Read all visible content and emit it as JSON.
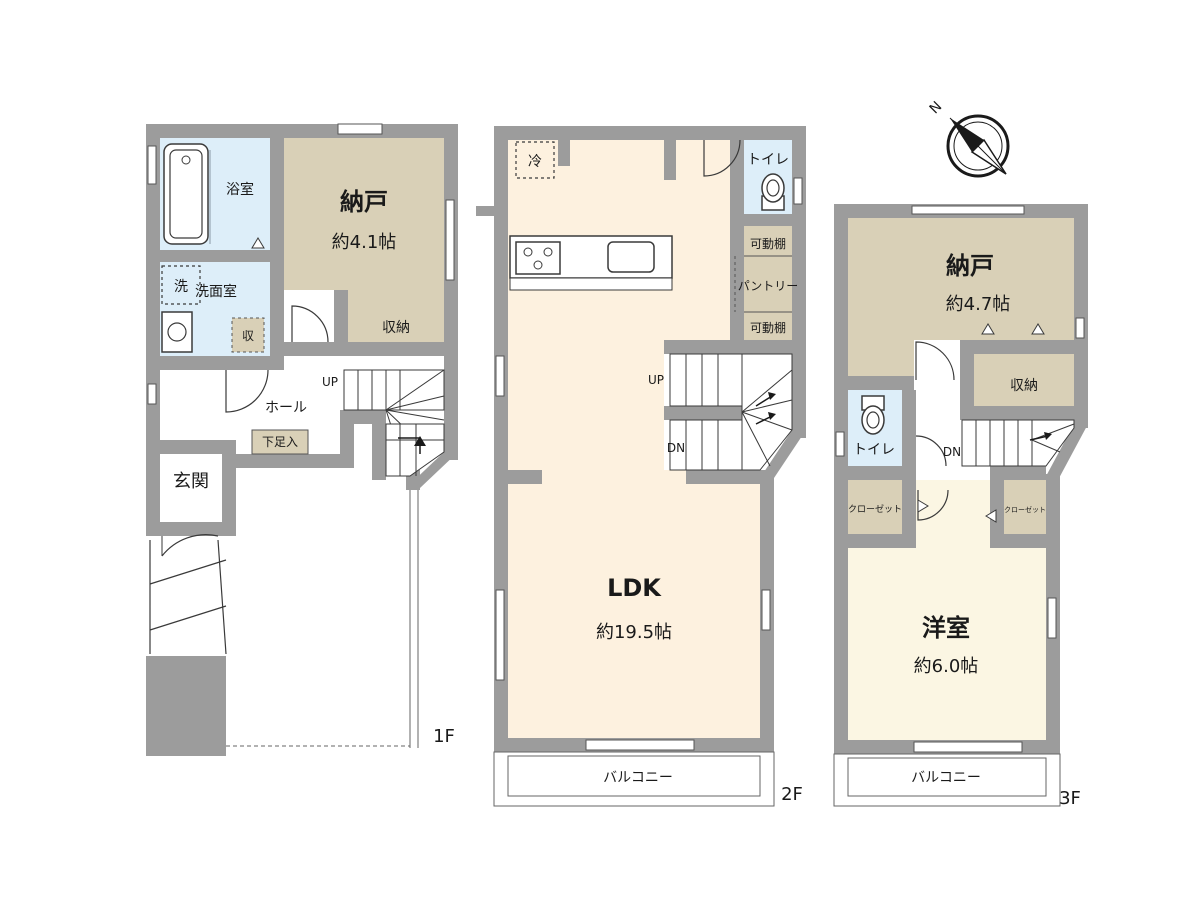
{
  "colors": {
    "wall": "#9c9c9c",
    "storage_room": "#d9d0b7",
    "wet_area": "#ddeef9",
    "ldk": "#fdf1df",
    "western_room": "#fbf6e3",
    "closet": "#d9d0b7"
  },
  "floor1": {
    "bath": "浴室",
    "storage_room_name": "納戸",
    "storage_room_size": "約4.1帖",
    "washroom": "洗面室",
    "washer": "洗",
    "storage_small": "収",
    "shuno": "収納",
    "hall": "ホール",
    "up": "UP",
    "shoe_storage": "下足入",
    "entrance": "玄関",
    "floor_label": "1F"
  },
  "floor2": {
    "fridge": "冷",
    "toilet": "トイレ",
    "shelf_top": "可動棚",
    "pantry": "パントリー",
    "shelf_bottom": "可動棚",
    "up": "UP",
    "dn": "DN",
    "ldk_name": "LDK",
    "ldk_size": "約19.5帖",
    "balcony": "バルコニー",
    "floor_label": "2F"
  },
  "floor3": {
    "storage_room_name": "納戸",
    "storage_room_size": "約4.7帖",
    "shuno": "収納",
    "toilet": "トイレ",
    "dn": "DN",
    "closet_left": "クローゼット",
    "closet_right": "クローゼット",
    "western_name": "洋室",
    "western_size": "約6.0帖",
    "balcony": "バルコニー",
    "floor_label": "3F"
  },
  "compass": {
    "north": "N",
    "icon": "compass-icon"
  }
}
